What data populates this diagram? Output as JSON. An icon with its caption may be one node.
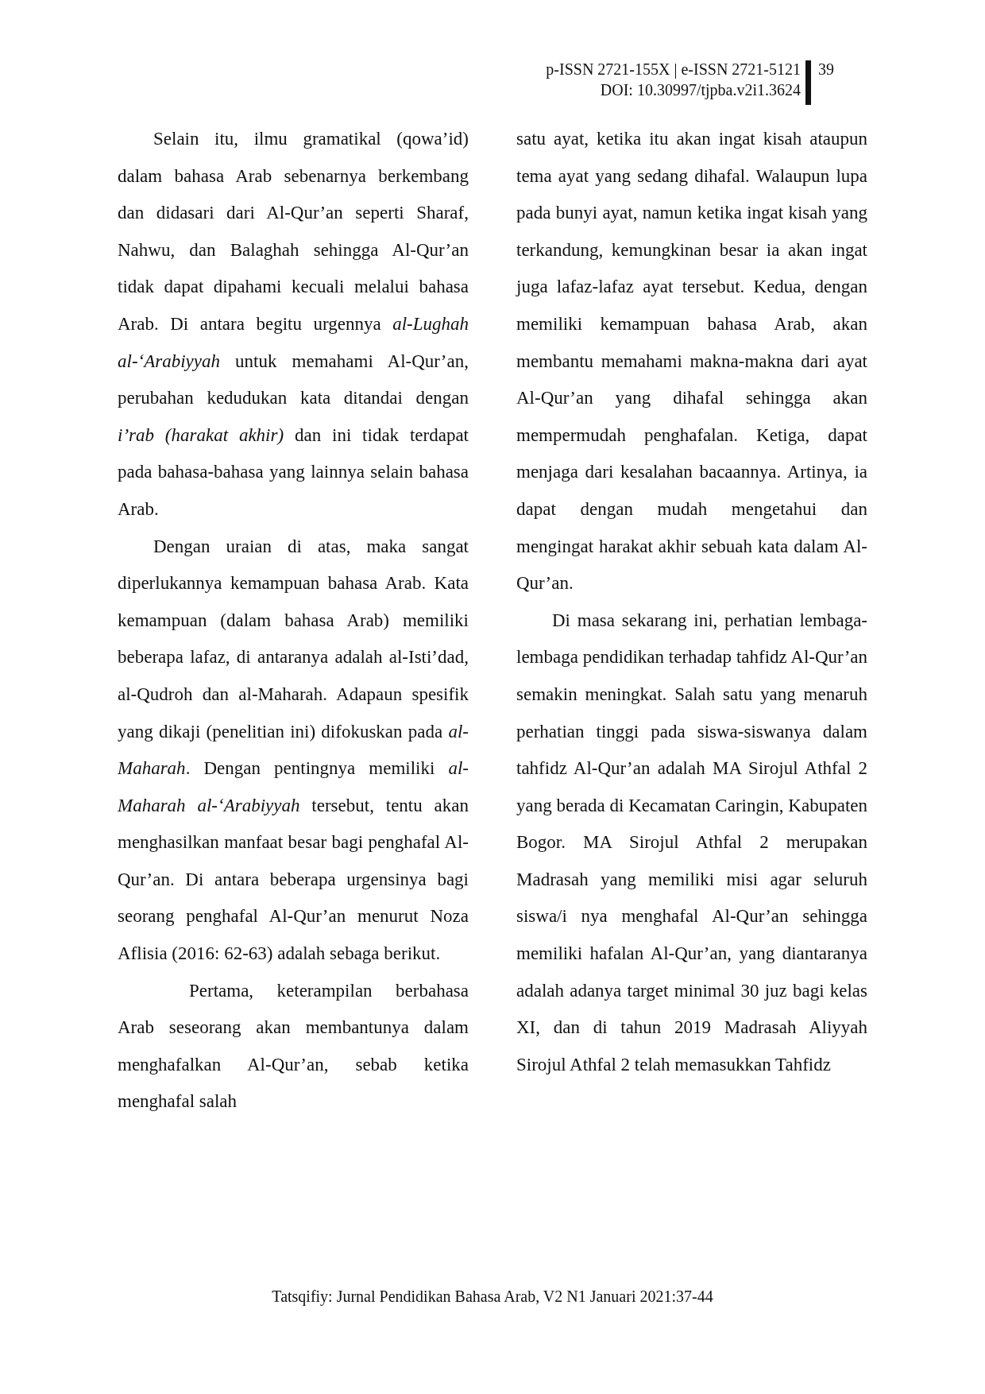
{
  "diagram": {
    "labels": [
      "p-ISSN 2721-155X | e-ISSN 2721-5121",
      "DOI: 10.30997/tjpba.v2i1.3624",
      "39",
      "Selain itu, ilmu gramatikal (qowa’id) dalam bahasa Arab sebenarnya berkembang dan didasari dari Al-Qur’an seperti Sharaf, Nahwu, dan Balaghah sehingga Al-Qur’an tidak dapat dipahami kecuali melalui bahasa Arab. Di antara begitu urgennya *al-Lughah al-‘Arabiyyah* untuk memahami Al-Qur’an, perubahan kedudukan kata ditandai dengan *i’rab (harakat akhir)* dan ini tidak terdapat pada bahasa-bahasa yang lainnya selain bahasa Arab.",
      "Dengan uraian di atas, maka sangat diperlukannya kemampuan bahasa Arab. Kata kemampuan (dalam bahasa Arab) memiliki beberapa lafaz, di antaranya adalah al-Isti’dad, al-Qudroh dan al-Maharah. Adapaun spesifik yang dikaji (penelitian ini) difokuskan pada *al-Maharah*. Dengan pentingnya memiliki *al-Maharah al-‘Arabiyyah* tersebut, tentu akan menghasilkan manfaat besar bagi penghafal Al-Qur’an. Di antara beberapa urgensinya bagi seorang penghafal Al-Qur’an menurut Noza Aflisia (2016: 62-63) adalah sebaga berikut.",
      "Pertama, keterampilan berbahasa Arab seseorang akan membantunya dalam menghafalkan Al-Qur’an, sebab ketika menghafal salah",
      "satu ayat, ketika itu akan ingat kisah ataupun tema ayat yang sedang dihafal. Walaupun lupa pada bunyi ayat, namun ketika ingat kisah yang terkandung, kemungkinan besar ia akan ingat juga lafaz-lafaz ayat tersebut. Kedua, dengan memiliki kemampuan bahasa Arab, akan membantu memahami makna-makna dari ayat Al-Qur’an yang dihafal sehingga akan mempermudah penghafalan. Ketiga, dapat menjaga dari kesalahan bacaannya. Artinya, ia dapat dengan mudah mengetahui dan mengingat harakat akhir sebuah kata dalam Al-Qur’an.",
      "Di masa sekarang ini, perhatian lembaga-lembaga pendidikan terhadap tahfidz Al-Qur’an semakin meningkat. Salah satu yang menaruh perhatian tinggi pada siswa-siswanya dalam tahfidz Al-Qur’an adalah MA Sirojul Athfal 2 yang berada di Kecamatan Caringin, Kabupaten Bogor. MA Sirojul Athfal 2 merupakan Madrasah yang memiliki misi agar seluruh siswa/i nya menghafal Al-Qur’an sehingga memiliki hafalan Al-Qur’an, yang diantaranya adalah adanya target minimal 30 juz bagi kelas XI, dan di tahun 2019 Madrasah Aliyyah Sirojul Athfal 2 telah memasukkan Tahfidz",
      "Tatsqifiy: Jurnal Pendidikan Bahasa Arab, V2 N1 Januari 2021:37-44"
    ]
  }
}
